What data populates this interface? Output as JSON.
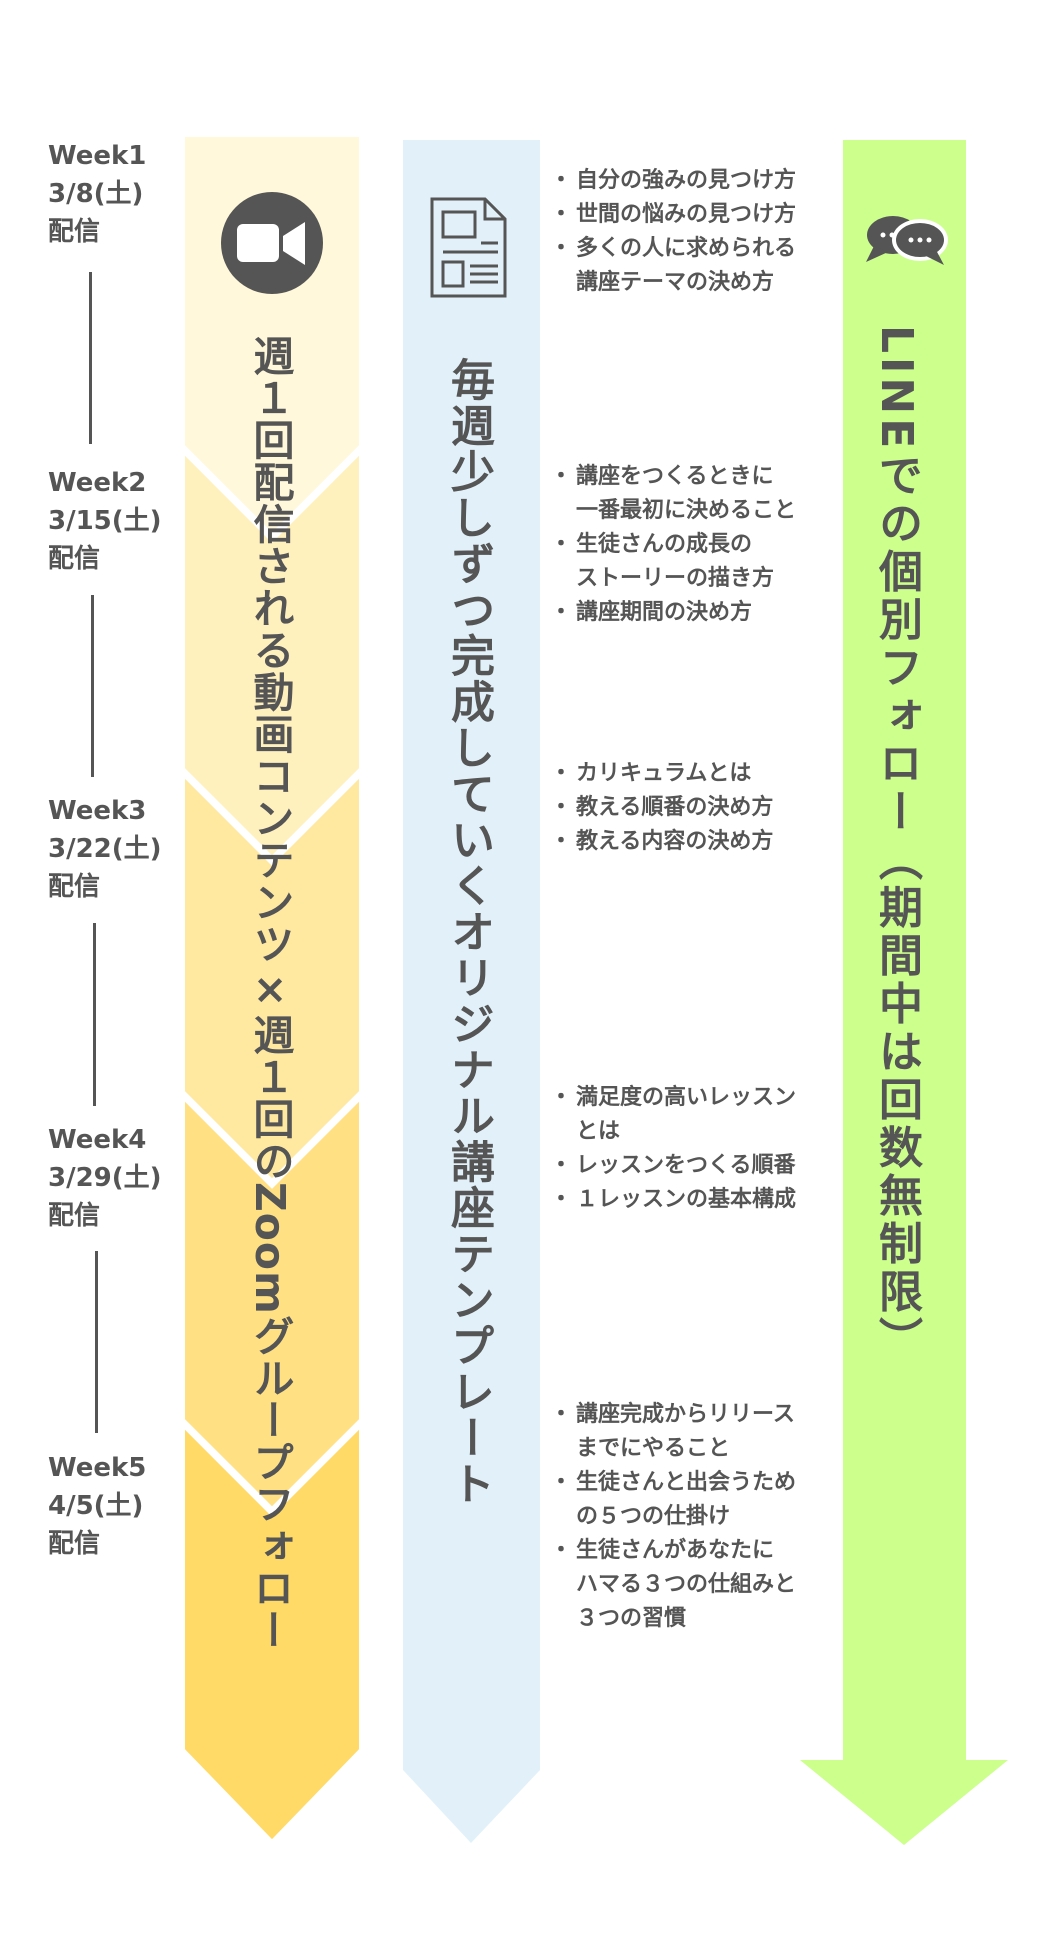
{
  "colors": {
    "video_stages": [
      "#FFF8DB",
      "#FFF1BE",
      "#FFE9A0",
      "#FFE183",
      "#FFDA66"
    ],
    "template_column": "#E2F1F9",
    "line_column": "#CCFF8C",
    "icon_dark": "#555555",
    "text": "#555555"
  },
  "columns": {
    "video": {
      "label": "週１回配信される動画コンテンツ×週１回のZoomグループフォロー",
      "icon": "video-camera-icon"
    },
    "template": {
      "label": "毎週少しずつ完成していくオリジナル講座テンプレート",
      "icon": "document-icon"
    },
    "line": {
      "label": "LINEでの個別フォロー（期間中は回数無制限）",
      "icon": "chat-bubbles-icon"
    }
  },
  "weeks": [
    {
      "week": "Week1",
      "date": "3/8(土)",
      "note": "配信",
      "topics": [
        [
          "自分の強みの見つけ方"
        ],
        [
          "世間の悩みの見つけ方"
        ],
        [
          "多くの人に求められる",
          "講座テーマの決め方"
        ]
      ]
    },
    {
      "week": "Week2",
      "date": "3/15(土)",
      "note": "配信",
      "topics": [
        [
          "講座をつくるときに",
          "一番最初に決めること"
        ],
        [
          "生徒さんの成長の",
          "ストーリーの描き方"
        ],
        [
          "講座期間の決め方"
        ]
      ]
    },
    {
      "week": "Week3",
      "date": "3/22(土)",
      "note": "配信",
      "topics": [
        [
          "カリキュラムとは"
        ],
        [
          "教える順番の決め方"
        ],
        [
          "教える内容の決め方"
        ]
      ]
    },
    {
      "week": "Week4",
      "date": "3/29(土)",
      "note": "配信",
      "topics": [
        [
          "満足度の高いレッスン",
          "とは"
        ],
        [
          "レッスンをつくる順番"
        ],
        [
          "１レッスンの基本構成"
        ]
      ]
    },
    {
      "week": "Week5",
      "date": "4/5(土)",
      "note": "配信",
      "topics": [
        [
          "講座完成からリリース",
          "までにやること"
        ],
        [
          "生徒さんと出会うため",
          "の５つの仕掛け"
        ],
        [
          "生徒さんがあなたに",
          "ハマる３つの仕組みと",
          "３つの習慣"
        ]
      ]
    }
  ]
}
